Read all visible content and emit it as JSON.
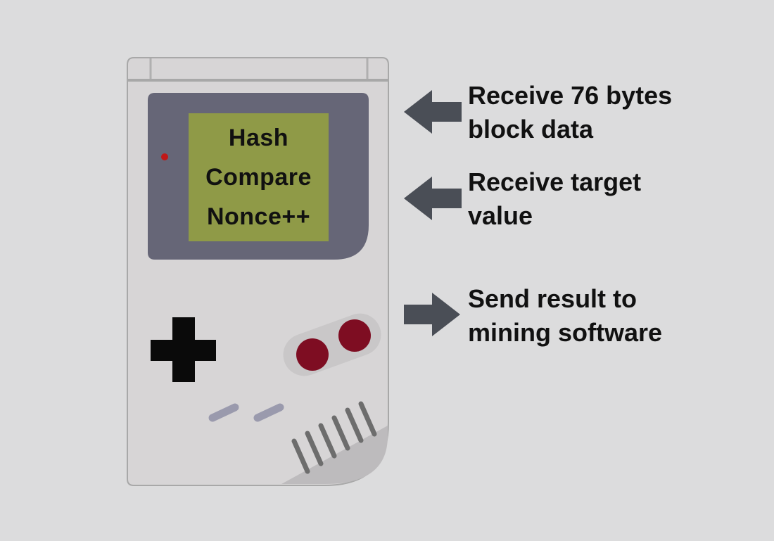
{
  "colors": {
    "background": "#dcdcdd",
    "device_body": "#d7d5d6",
    "device_outline": "#a8a8a8",
    "screen_bezel": "#666677",
    "screen_lcd": "#8f9a47",
    "power_led": "#c01818",
    "dpad": "#0a0a0a",
    "ab_buttons": "#7e0d22",
    "select_start": "#9a9aad",
    "speaker_grille": "#6d6d6d",
    "arrow": "#4a4e56",
    "text": "#111111"
  },
  "screen": {
    "lines": [
      "Hash",
      "Compare",
      "Nonce++"
    ]
  },
  "steps": [
    {
      "direction": "in",
      "line1": "Receive 76 bytes",
      "line2": "block data"
    },
    {
      "direction": "in",
      "line1": "Receive target",
      "line2": "value"
    },
    {
      "direction": "out",
      "line1": "Send result to",
      "line2": "mining software"
    }
  ],
  "icons": {
    "device": "game-boy-icon",
    "dpad": "dpad-icon",
    "arrow_in": "arrow-left-icon",
    "arrow_out": "arrow-right-icon"
  }
}
